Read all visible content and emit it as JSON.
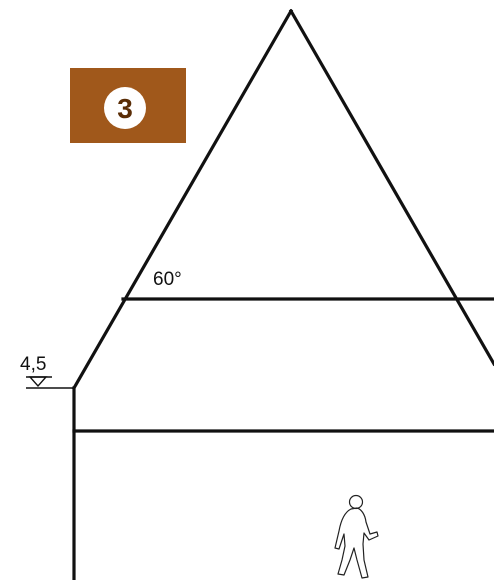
{
  "badge": {
    "number": "3",
    "color": "#a0581b"
  },
  "angle_label": "60°",
  "level_marker": {
    "value": "4,5"
  },
  "icons": {
    "person": "person-walking-silhouette",
    "level": "level-triangle-marker"
  }
}
